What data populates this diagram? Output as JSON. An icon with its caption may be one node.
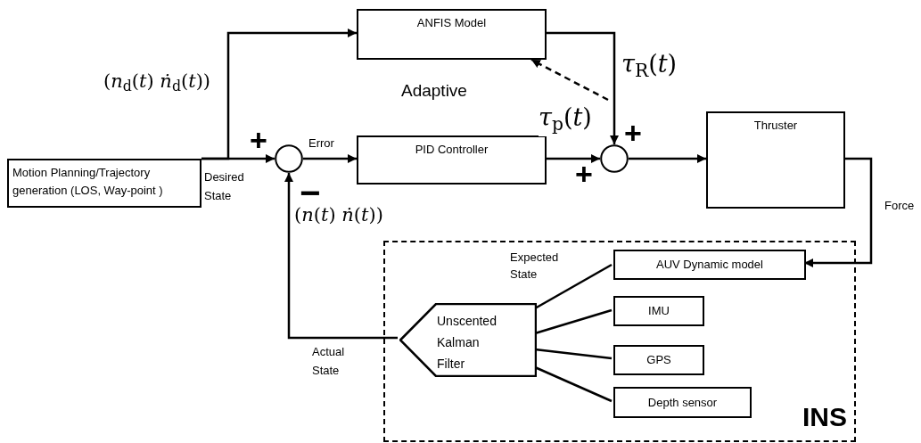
{
  "diagram": {
    "nodes": [
      {
        "text": [
          "Motion Planning/Trajectory generation (LOS, Way-point )"
        ]
      },
      {
        "text": [
          "ANFIS Model"
        ]
      },
      {
        "text": [],
        "shape": "circle"
      },
      {
        "text": [
          "PID Controller"
        ]
      },
      {
        "text": [],
        "shape": "circle"
      },
      {
        "text": [
          "Thruster"
        ]
      },
      {
        "text": [
          "INS"
        ]
      },
      {
        "text": [
          "Unscented Kalman Filter"
        ],
        "in": 6
      },
      {
        "text": [
          "AUV Dynamic model"
        ],
        "in": 6
      },
      {
        "text": [
          "IMU"
        ],
        "in": 6
      },
      {
        "text": [
          "GPS"
        ],
        "in": 6
      },
      {
        "text": [
          "Depth sensor"
        ],
        "in": 6
      }
    ],
    "edges": [
      {
        "from": 0,
        "to": 2,
        "arrow": "to",
        "label": "Desired State"
      },
      {
        "from": 0,
        "to": 1,
        "arrow": "to",
        "label": "(*n*$_{d}$(*t*) *ṅ*$_{d}$(*t*))"
      },
      {
        "from": 2,
        "to": 3,
        "arrow": "to",
        "label": "Error"
      },
      {
        "from": 3,
        "to": 4,
        "arrow": "to",
        "label": "*τ*$_{p}$(*t*)"
      },
      {
        "from": 1,
        "to": 4,
        "arrow": "to",
        "label": "*τ*$_{R}$(*t*)"
      },
      {
        "from": 4,
        "to": 5,
        "arrow": "to"
      },
      {
        "from": 5,
        "to": 8,
        "arrow": "to",
        "label": "Force"
      },
      {
        "from": 7,
        "to": 2,
        "arrow": "to",
        "label": "Actual State"
      },
      {
        "from": null,
        "to": 1,
        "arrow": "to",
        "style": "dashed"
      },
      {
        "from": 7,
        "to": 8,
        "arrow": "none",
        "label": "Expected State"
      },
      {
        "from": 7,
        "to": 9,
        "arrow": "none"
      },
      {
        "from": 7,
        "to": 10,
        "arrow": "none"
      },
      {
        "from": 7,
        "to": 11,
        "arrow": "none"
      }
    ],
    "labels": [
      "Adaptive",
      "(*n*(*t*) *ṅ*(*t*))",
      "+",
      "−",
      "+",
      "+"
    ]
  }
}
